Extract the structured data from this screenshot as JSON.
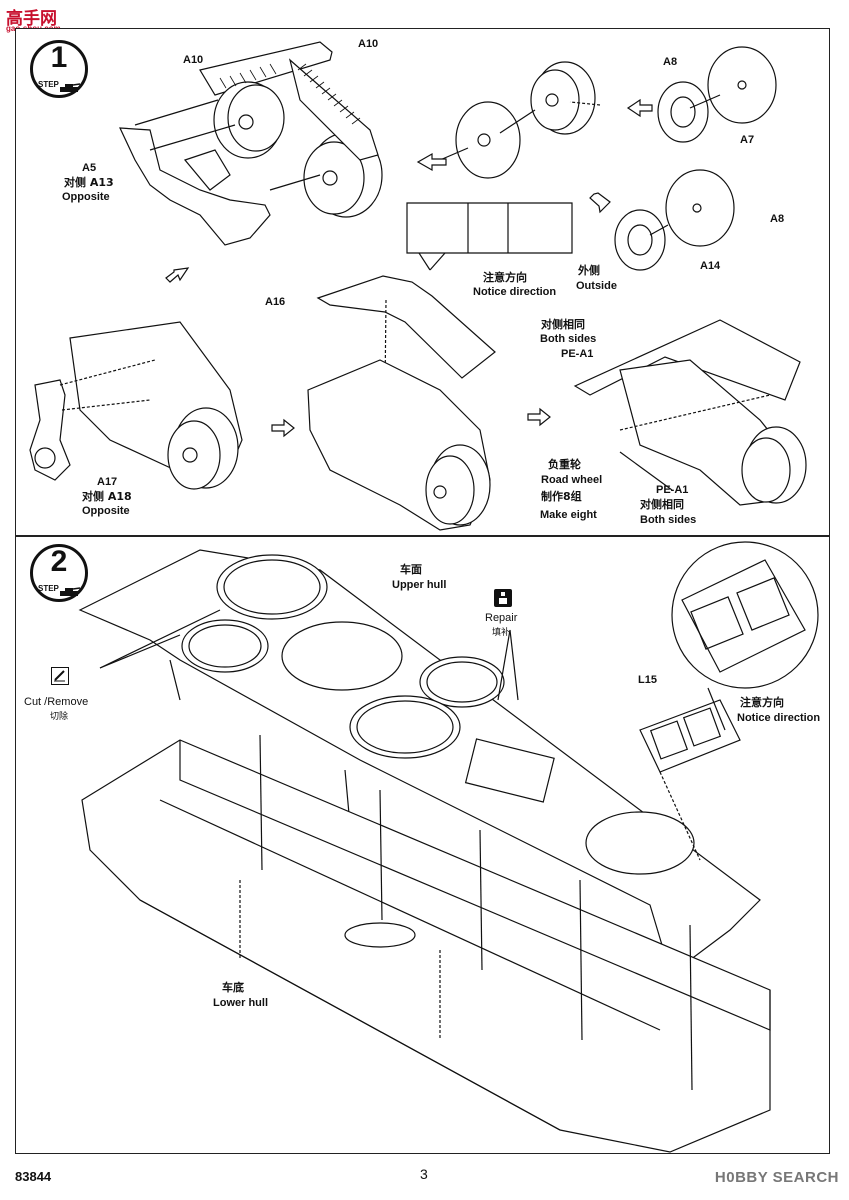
{
  "site_logo": {
    "cn": "高手网",
    "url": "gao-shou.com"
  },
  "step1": {
    "number": "1",
    "word": "STEP",
    "labels": {
      "a10_left": "A10",
      "a10_top": "A10",
      "a8_top": "A8",
      "a7": "A7",
      "a8_mid": "A8",
      "a14": "A14",
      "a5": "A5",
      "a5_cn": "对侧 A13",
      "a5_en": "Opposite",
      "notice_cn": "注意方向",
      "notice_en": "Notice direction",
      "outside_cn": "外侧",
      "outside_en": "Outside",
      "a16": "A16",
      "both_cn": "对侧相同",
      "both_en": "Both sides",
      "pe_a1_top": "PE-A1",
      "a17": "A17",
      "a17_cn": "对侧 A18",
      "a17_en": "Opposite",
      "roadwheel_cn": "负重轮",
      "roadwheel_en": "Road wheel",
      "make8_cn": "制作8组",
      "make8_en": "Make eight",
      "pe_a1_bottom": "PE-A1",
      "both2_cn": "对侧相同",
      "both2_en": "Both sides"
    }
  },
  "step2": {
    "number": "2",
    "word": "STEP",
    "labels": {
      "upper_cn": "车面",
      "upper_en": "Upper hull",
      "repair_en": "Repair",
      "repair_cn": "填补",
      "cut_en": "Cut /Remove",
      "cut_cn": "切除",
      "l15": "L15",
      "notice_cn": "注意方向",
      "notice_en": "Notice direction",
      "lower_cn": "车底",
      "lower_en": "Lower hull"
    }
  },
  "footer": {
    "kit_number": "83844",
    "page_number": "3",
    "watermark": "H0BBY SEARCH"
  },
  "icons": {
    "step_tank": "tank-silhouette-icon",
    "direction_arrow": "hollow-arrow-icon",
    "repair": "repair-icon",
    "cut": "cut-knife-icon"
  }
}
